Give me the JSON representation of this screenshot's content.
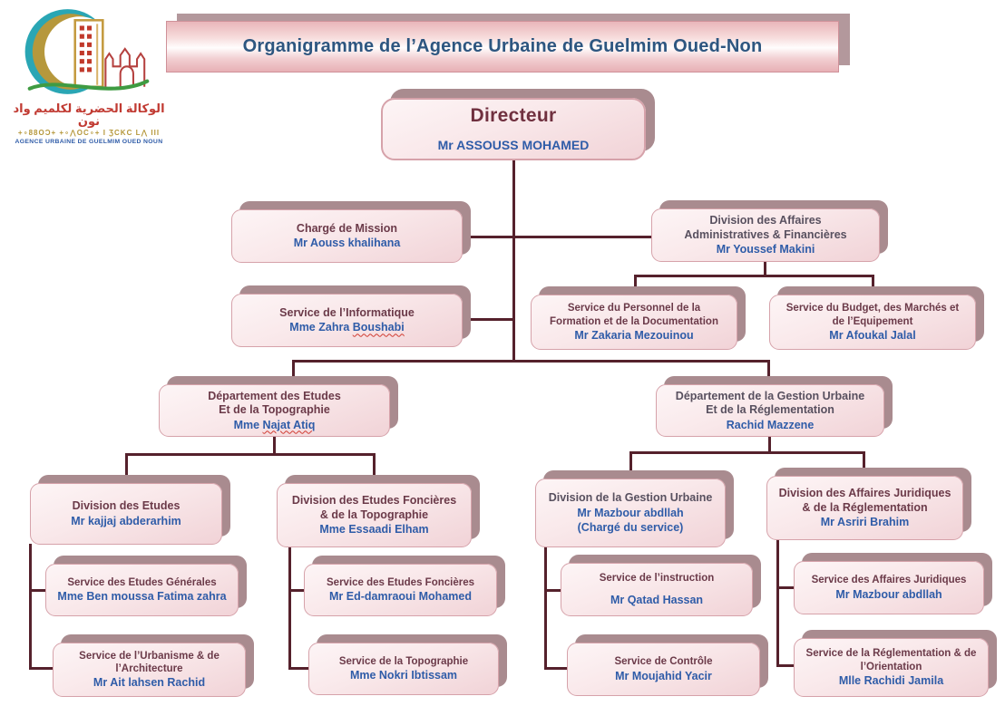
{
  "banner": {
    "title": "Organigramme de l’Agence Urbaine de Guelmim Oued-Non"
  },
  "logo": {
    "arabic_line": "الوكالة الحضرية لكلميم واد نون",
    "tifinagh_line": "+∘88OƆ+ +∘⋀OC∘+ I ƷCKC L⋀ III",
    "latin_line": "AGENCE URBAINE DE GUELMIM OUED NOUN"
  },
  "colors": {
    "box_fill_light": "#fdf5f6",
    "box_fill_dark": "#f1d3d7",
    "box_border": "#d6a2aa",
    "box_shadow": "#a98b8f",
    "title_maroon": "#6b3a49",
    "title_slate": "#58505f",
    "name_blue": "#2f5ca8",
    "connector": "#55212c",
    "banner_text": "#2d5680",
    "logo_teal": "#2aa6b4",
    "logo_gold": "#b6983c",
    "logo_green": "#3f9b42",
    "logo_red": "#b5413f"
  },
  "nodes": {
    "directeur": {
      "title": [
        "Directeur"
      ],
      "name": [
        "Mr ASSOUSS MOHAMED"
      ]
    },
    "charge_mission": {
      "title": [
        "Chargé de Mission"
      ],
      "name": [
        "Mr Aouss khalihana"
      ]
    },
    "division_affaires": {
      "title": [
        "Division des Affaires",
        "Administratives & Financières"
      ],
      "name": [
        "Mr Youssef Makini"
      ]
    },
    "service_informatique": {
      "title": [
        "Service de l’Informatique"
      ],
      "name_prefix": "Mme Zahra",
      "name_misspelled": "Boushabi"
    },
    "service_personnel": {
      "title": [
        "Service du Personnel de la",
        "Formation et de la Documentation"
      ],
      "name": [
        "Mr Zakaria Mezouinou"
      ]
    },
    "service_budget": {
      "title": [
        "Service du Budget, des Marchés et",
        "de l’Equipement"
      ],
      "name": [
        "Mr Afoukal Jalal"
      ]
    },
    "dept_etudes": {
      "title": [
        "Département des Etudes",
        "Et de la Topographie"
      ],
      "name_prefix": "Mme",
      "name_misspelled": "Najat Atiq"
    },
    "dept_gestion": {
      "title": [
        "Département de la Gestion Urbaine",
        "Et de la Réglementation"
      ],
      "name": [
        "Rachid Mazzene"
      ]
    },
    "div_etudes": {
      "title": [
        "Division des Etudes"
      ],
      "name": [
        "Mr kajjaj abderarhim"
      ]
    },
    "div_foncieres": {
      "title": [
        "Division des Etudes Foncières",
        "& de la Topographie"
      ],
      "name": [
        "Mme Essaadi Elham"
      ]
    },
    "div_gestion_urbaine": {
      "title": [
        "Division de la Gestion Urbaine"
      ],
      "name": [
        "Mr Mazbour abdllah",
        "(Chargé du service)"
      ]
    },
    "div_juridiques": {
      "title": [
        "Division des Affaires Juridiques",
        "& de la Réglementation"
      ],
      "name": [
        "Mr Asriri Brahim"
      ]
    },
    "svc_etudes_generales": {
      "title": [
        "Service des Etudes Générales"
      ],
      "name": [
        "Mme Ben moussa Fatima zahra"
      ]
    },
    "svc_urbanisme": {
      "title": [
        "Service de l’Urbanisme & de",
        "l’Architecture"
      ],
      "name": [
        "Mr Ait lahsen Rachid"
      ]
    },
    "svc_foncieres": {
      "title": [
        "Service des Etudes Foncières"
      ],
      "name": [
        "Mr Ed-damraoui Mohamed"
      ]
    },
    "svc_topographie": {
      "title": [
        "Service de la Topographie"
      ],
      "name": [
        "Mme Nokri Ibtissam"
      ]
    },
    "svc_instruction": {
      "title": [
        "Service de l’instruction"
      ],
      "name": [
        "Mr Qatad Hassan"
      ]
    },
    "svc_controle": {
      "title": [
        "Service de Contrôle"
      ],
      "name": [
        "Mr Moujahid Yacir"
      ]
    },
    "svc_juridiques": {
      "title": [
        "Service des Affaires Juridiques"
      ],
      "name": [
        "Mr Mazbour abdllah"
      ]
    },
    "svc_reglementation": {
      "title": [
        "Service de la Réglementation & de",
        "l’Orientation"
      ],
      "name": [
        "Mlle Rachidi Jamila"
      ]
    }
  }
}
